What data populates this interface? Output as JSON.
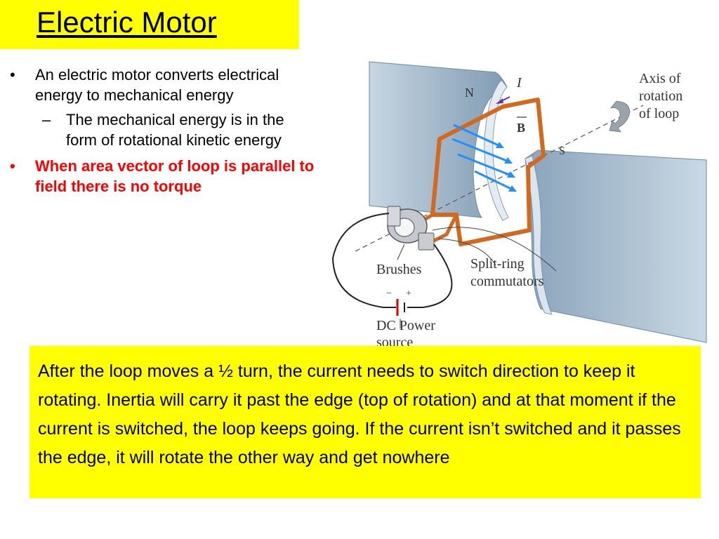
{
  "slide": {
    "title": "Electric Motor",
    "bullets": {
      "bullet_1": "An electric motor converts electrical energy to mechanical energy",
      "sub_bullet_1": "The mechanical energy is in the form of rotational kinetic energy",
      "bullet_2": "When area vector of loop is parallel to field there is no torque",
      "bullet_marker": "•",
      "sub_marker": "–"
    },
    "callout": "After the loop moves a ½ turn, the current needs to switch direction to keep it rotating.  Inertia will carry it past the edge (top of rotation) and at that moment if the current is switched, the loop keeps going.  If the current isn’t switched and it passes the edge, it will rotate the other way and get nowhere"
  },
  "diagram": {
    "north_label": "N",
    "south_label": "S",
    "current_label": "I",
    "field_label": "B",
    "axis_label": [
      "Axis of",
      "rotation",
      "of loop"
    ],
    "brushes_label": "Brushes",
    "commutator_label": [
      "Split-ring",
      "commutators"
    ],
    "power_label": [
      "DC Power",
      "source"
    ],
    "minus_sign": "−",
    "plus_sign": "+"
  },
  "colors": {
    "title_bg": "#ffff00",
    "callout_bg": "#ffff00",
    "emphasis_text": "#ff0000",
    "loop_wire": "#d2691e",
    "field_arrows": "#1e90ff",
    "current_arrow": "#7030a0",
    "magnet": "#9fb8cc"
  }
}
